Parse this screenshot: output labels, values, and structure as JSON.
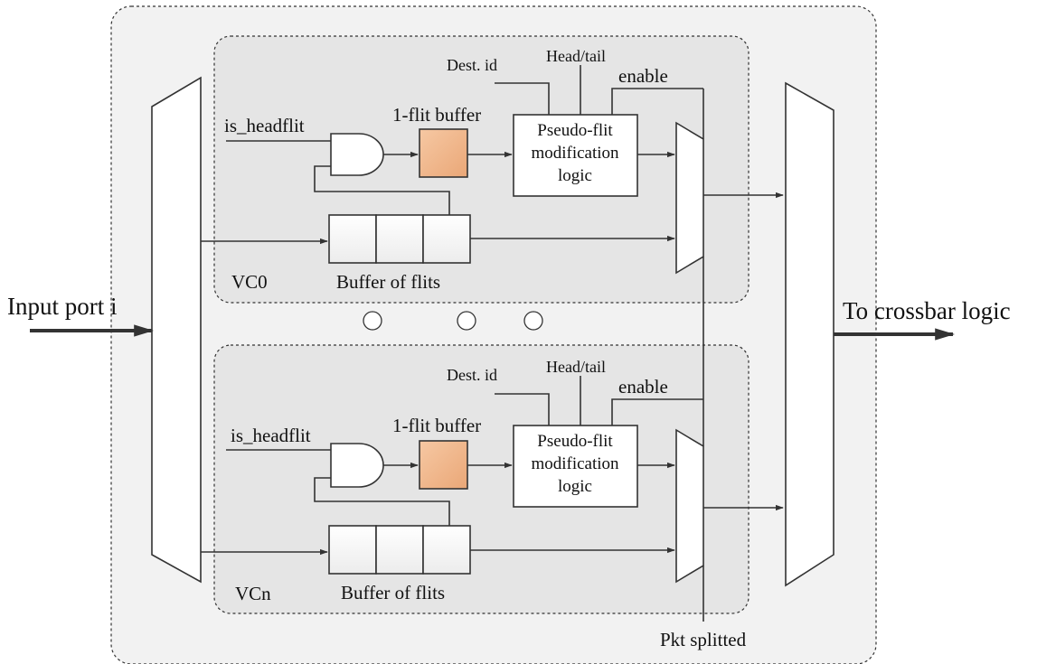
{
  "labels": {
    "input_port": "Input port i",
    "to_crossbar": "To crossbar logic",
    "pkt_splitted": "Pkt splitted"
  },
  "vcs": [
    {
      "name": "VC0",
      "is_headflit": "is_headflit",
      "one_flit_buffer": "1-flit buffer",
      "dest_id": "Dest. id",
      "head_tail": "Head/tail",
      "enable": "enable",
      "pseudo_flit_lines": [
        "Pseudo-flit",
        "modification",
        "logic"
      ],
      "buffer_of_flits": "Buffer of flits"
    },
    {
      "name": "VCn",
      "is_headflit": "is_headflit",
      "one_flit_buffer": "1-flit buffer",
      "dest_id": "Dest. id",
      "head_tail": "Head/tail",
      "enable": "enable",
      "pseudo_flit_lines": [
        "Pseudo-flit",
        "modification",
        "logic"
      ],
      "buffer_of_flits": "Buffer of flits"
    }
  ],
  "colors": {
    "outer_panel": "#f2f2f2",
    "vc_panel": "#e5e5e5",
    "one_flit_buffer_fill": "#f3b98d",
    "buffer_cell_fill": "#f7f7f7",
    "line": "#333333"
  },
  "icons": {
    "and_gate": "and-gate-icon",
    "mux": "mux-icon",
    "ellipsis": "ellipsis-dots-icon"
  }
}
